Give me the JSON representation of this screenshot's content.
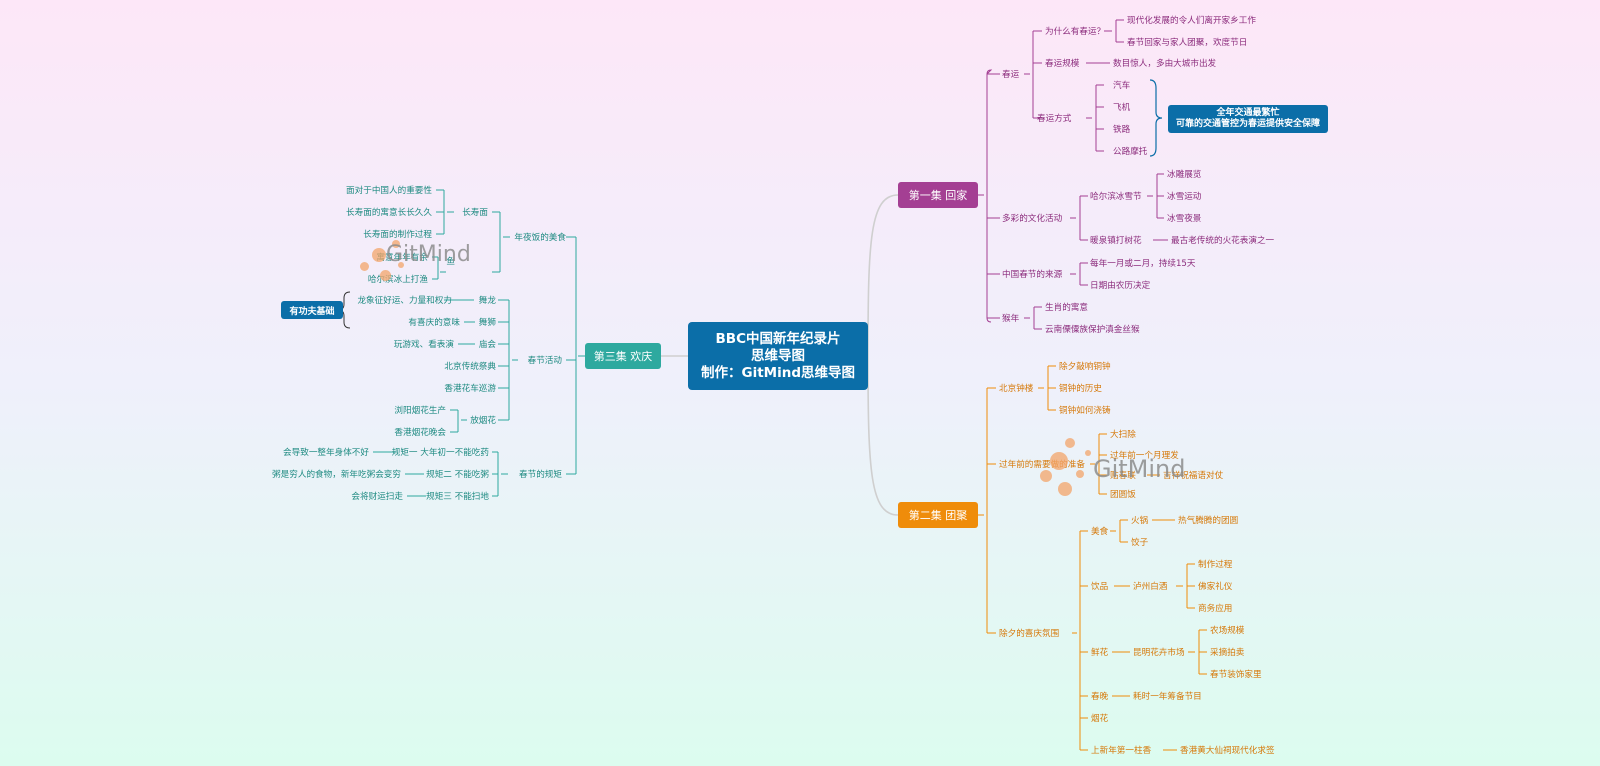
{
  "center": {
    "line1": "BBC中国新年纪录片",
    "line2": "思维导图",
    "line3": "制作：GitMind思维导图"
  },
  "watermark": "GitMind",
  "colors": {
    "center": "#0b6ea8",
    "ep1": "#a43f93",
    "ep2": "#ef8c0a",
    "ep3": "#2ea99f",
    "link": "#cccccc"
  },
  "ep1": {
    "title": "第一集  回家",
    "n_chunyun": "春运",
    "n_why": "为什么有春运？",
    "n_why_a": "现代化发展的令人们离开家乡工作",
    "n_why_b": "春节回家与家人团聚，欢度节日",
    "n_scale": "春运规模",
    "n_scale_a": "数目惊人，多由大城市出发",
    "n_mode": "春运方式",
    "n_car": "汽车",
    "n_plane": "飞机",
    "n_rail": "铁路",
    "n_moto": "公路摩托",
    "note_l1": "全年交通最繁忙",
    "note_l2": "可靠的交通管控为春运提供安全保障",
    "n_culture": "多彩的文化活动",
    "n_harbin": "哈尔滨冰雪节",
    "n_ice1": "冰雕展览",
    "n_ice2": "冰雪运动",
    "n_ice3": "冰雪夜景",
    "n_nuanquan": "暖泉镇打树花",
    "n_nuanquan_a": "最古老传统的火花表演之一",
    "n_origin": "中国春节的来源",
    "n_origin_a": "每年一月或二月，持续15天",
    "n_origin_b": "日期由农历决定",
    "n_monkey": "猴年",
    "n_monkey_a": "生肖的寓意",
    "n_monkey_b": "云南傈僳族保护滇金丝猴"
  },
  "ep2": {
    "title": "第二集  团聚",
    "n_beijing": "北京钟楼",
    "n_bj1": "除夕敲响铜钟",
    "n_bj2": "铜钟的历史",
    "n_bj3": "铜钟如何浇铸",
    "n_prep": "过年前的需要做的准备",
    "n_p1": "大扫除",
    "n_p2": "过年前一个月理发",
    "n_p3": "贴春联",
    "n_p3a": "吉祥祝福语对仗",
    "n_p4": "团圆饭",
    "n_eve": "除夕的喜庆氛围",
    "n_food": "美食",
    "n_hotpot": "火锅",
    "n_hotpot_a": "热气腾腾的团圆",
    "n_dumpling": "饺子",
    "n_drink": "饮品",
    "n_luzhou": "泸州白酒",
    "n_lz1": "制作过程",
    "n_lz2": "佛家礼仪",
    "n_lz3": "商务应用",
    "n_flower": "鲜花",
    "n_kunming": "昆明花卉市场",
    "n_km1": "农场规模",
    "n_km2": "采摘拍卖",
    "n_km3": "春节装饰家里",
    "n_gala": "春晚",
    "n_gala_a": "耗时一年筹备节目",
    "n_firework": "烟花",
    "n_incense": "上新年第一柱香",
    "n_incense_a": "香港黄大仙祠现代化求签"
  },
  "ep3": {
    "title": "第三集  欢庆",
    "n_dinner": "年夜饭的美食",
    "n_noodle": "长寿面",
    "n_nd1": "面对于中国人的重要性",
    "n_nd2": "长寿面的寓意长长久久",
    "n_nd3": "长寿面的制作过程",
    "n_fish": "鱼",
    "n_fish1": "寓意年年有余",
    "n_fish2": "哈尔滨冰上打渔",
    "n_act": "春节活动",
    "n_dragon": "舞龙",
    "n_dragon_a": "龙象征好运、力量和权力",
    "note": "有功夫基础",
    "n_lion": "舞狮",
    "n_lion_a": "有喜庆的意味",
    "n_fair": "庙会",
    "n_fair_a": "玩游戏、看表演",
    "n_bjfair": "北京传统祭典",
    "n_hkfloat": "香港花车巡游",
    "n_fw": "放烟花",
    "n_fw1": "浏阳烟花生产",
    "n_fw2": "香港烟花晚会",
    "n_rules": "春节的规矩",
    "n_r1": "规矩一 大年初一不能吃药",
    "n_r1a": "会导致一整年身体不好",
    "n_r2": "规矩二 不能吃粥",
    "n_r2a": "粥是穷人的食物，新年吃粥会变穷",
    "n_r3": "规矩三 不能扫地",
    "n_r3a": "会将财运扫走"
  }
}
